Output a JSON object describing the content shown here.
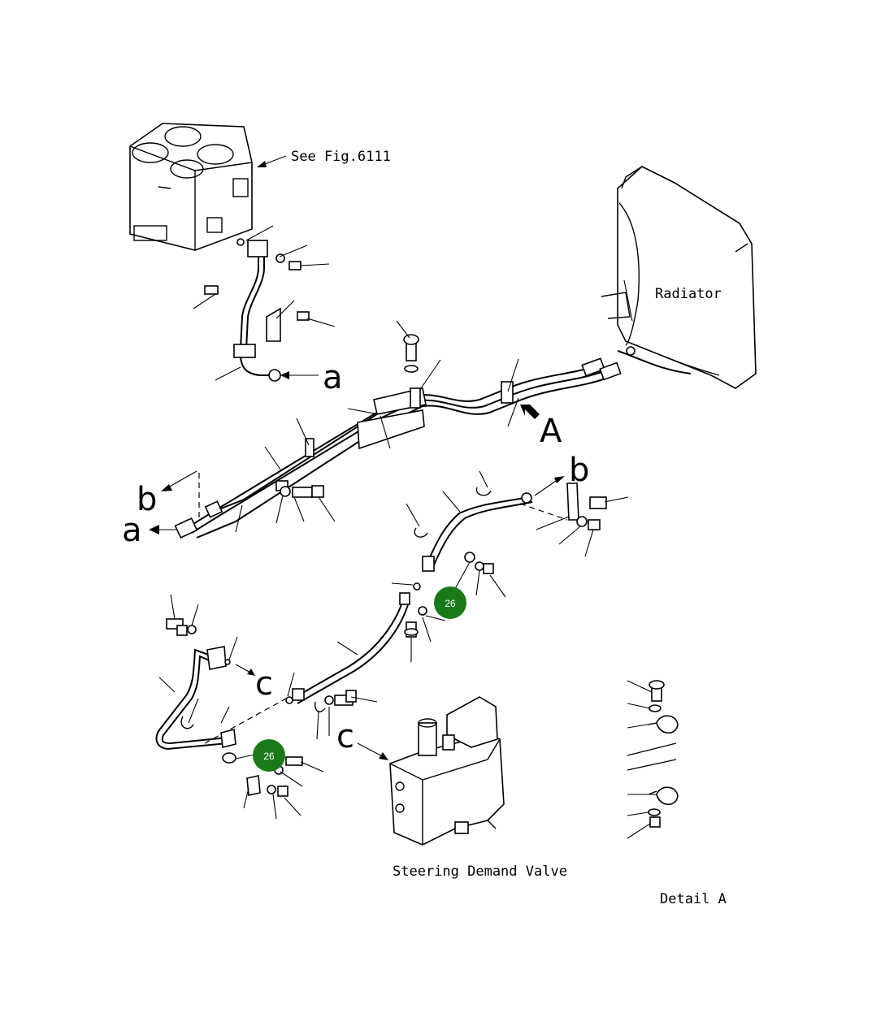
{
  "diagram": {
    "labels": {
      "see_fig": "See Fig.6111",
      "radiator": "Radiator",
      "steering_valve": "Steering Demand Valve",
      "detail": "Detail A",
      "a": "a",
      "b": "b",
      "c": "c",
      "A": "A"
    },
    "callouts": [
      {
        "number": "26",
        "color": "#1a7a1a"
      },
      {
        "number": "26",
        "color": "#1a7a1a"
      }
    ]
  }
}
